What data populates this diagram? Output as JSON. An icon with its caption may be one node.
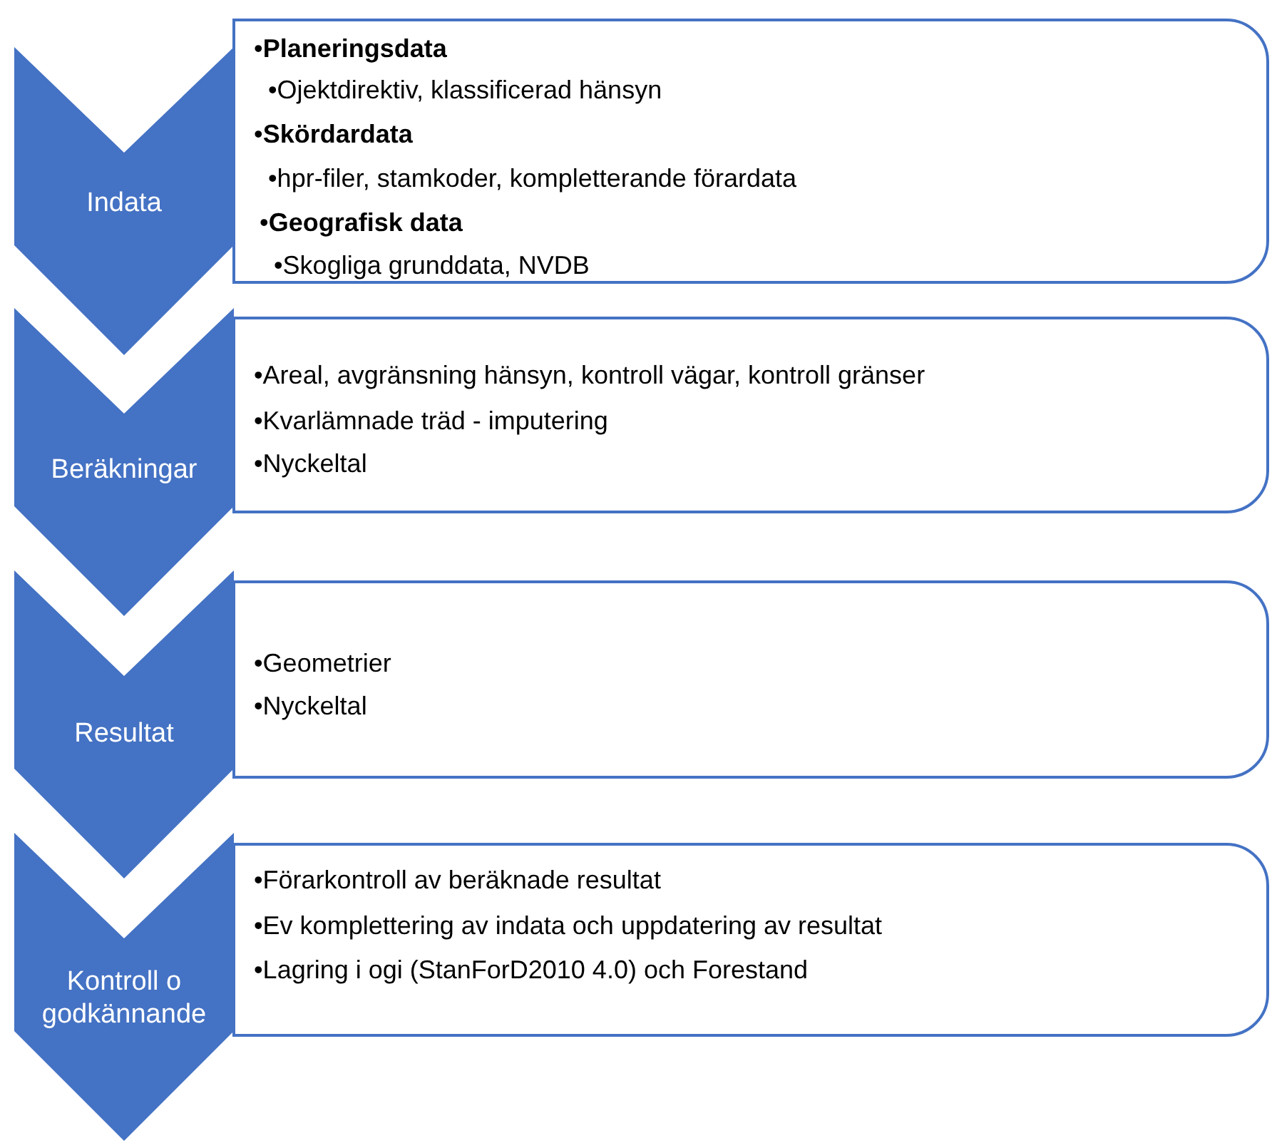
{
  "diagram": {
    "nodes": [
      {
        "text": [
          "Indata"
        ]
      },
      {
        "text": [
          "•**Planeringsdata**",
          "•Ojektdirektiv, klassificerad hänsyn",
          "•**Skördardata**",
          "•hpr-filer, stamkoder, kompletterande förardata",
          "•**Geografisk data**",
          "•Skogliga grunddata, NVDB"
        ]
      },
      {
        "text": [
          "Beräkningar"
        ]
      },
      {
        "text": [
          "•Areal, avgränsning hänsyn, kontroll vägar, kontroll gränser",
          "•Kvarlämnade träd - imputering",
          "•Nyckeltal"
        ]
      },
      {
        "text": [
          "Resultat"
        ]
      },
      {
        "text": [
          "•Geometrier",
          "•Nyckeltal"
        ]
      },
      {
        "text": [
          "Kontroll o godkännande"
        ]
      },
      {
        "text": [
          "•Förarkontroll av beräknade resultat",
          "•Ev komplettering av indata och uppdatering av resultat",
          "•Lagring i ogi (StanForD2010 4.0) och Forestand"
        ]
      }
    ]
  }
}
